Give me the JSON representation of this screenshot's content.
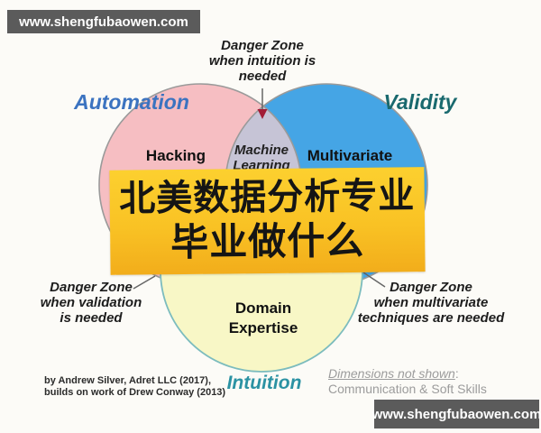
{
  "watermark": {
    "text": "www.shengfubaowen.com",
    "bg": "#5b5b5b",
    "color": "#ffffff"
  },
  "banner": {
    "line1": "北美数据分析专业",
    "line2": "毕业做什么",
    "bg_top": "#fcd02f",
    "bg_bottom": "#f2ad1b",
    "text_color": "#151515"
  },
  "colors": {
    "background": "#fcfbf7",
    "pink_fill": "#f6bec2",
    "blue_fill": "#45a5e5",
    "lens_fill": "#c6c4d6",
    "yellow_fill": "#f8f7c6",
    "yellow_stroke": "#7cbcbe",
    "gray_stroke": "#9a9a9a",
    "leader_line": "#666666",
    "arrow_red": "#a21c36",
    "automation_label": "#3b73c0",
    "validity_label": "#19696e",
    "intuition_label": "#2b92a3",
    "note_gray": "#9c9c9c"
  },
  "diagram": {
    "labels": {
      "automation": "Automation",
      "validity": "Validity",
      "intuition": "Intuition",
      "hacking": "Hacking",
      "multivariate": "Multivariate",
      "machine_learning_1": "Machine",
      "machine_learning_2": "Learning",
      "domain_1": "Domain",
      "domain_2": "Expertise"
    },
    "danger_zones": {
      "top": [
        "Danger Zone",
        "when intuition is",
        "needed"
      ],
      "left": [
        "Danger Zone",
        "when validation",
        "is needed"
      ],
      "right": [
        "Danger Zone",
        "when multivariate",
        "techniques are needed"
      ]
    }
  },
  "credits": {
    "line1": "by Andrew Silver, Adret LLC (2017),",
    "line2": "builds on work of Drew Conway (2013)"
  },
  "dimensions_note": {
    "title": "Dimensions not shown",
    "colon": ":",
    "body": "Communication & Soft Skills"
  }
}
